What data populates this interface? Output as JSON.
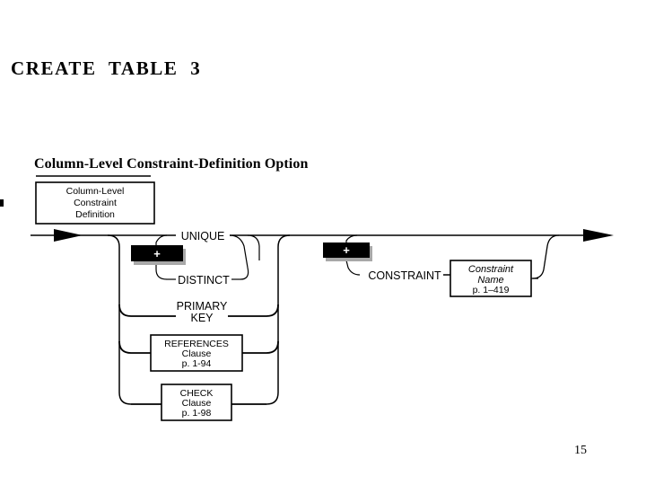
{
  "slide": {
    "title": "CREATE  TABLE  3",
    "page_number": "15"
  },
  "diagram": {
    "heading": "Column-Level Constraint-Definition Option",
    "type": "railroad-syntax-diagram",
    "entry_box": {
      "lines": [
        "Column-Level",
        "Constraint",
        "Definition"
      ]
    },
    "optional_markers": [
      {
        "name": "unique-distinct-repeat-marker",
        "glyph": "+"
      },
      {
        "name": "constraint-repeat-marker",
        "glyph": "+"
      }
    ],
    "branches": [
      {
        "id": "unique",
        "label": "UNIQUE"
      },
      {
        "id": "distinct",
        "label": "DISTINCT"
      },
      {
        "id": "primary-key",
        "label_lines": [
          "PRIMARY",
          "KEY"
        ]
      },
      {
        "id": "references",
        "box_lines": [
          "REFERENCES",
          "Clause",
          "p. 1-94"
        ]
      },
      {
        "id": "check",
        "box_lines": [
          "CHECK",
          "Clause",
          "p. 1-98"
        ]
      }
    ],
    "constraint_section": {
      "label": "CONSTRAINT",
      "box_lines_italic": [
        "Constraint",
        "Name"
      ],
      "box_line_plain": "p. 1–419"
    },
    "colors": {
      "line": "#000000",
      "marker_fill": "#000000",
      "marker_shadow": "#a8a8a8",
      "background": "#ffffff"
    }
  }
}
